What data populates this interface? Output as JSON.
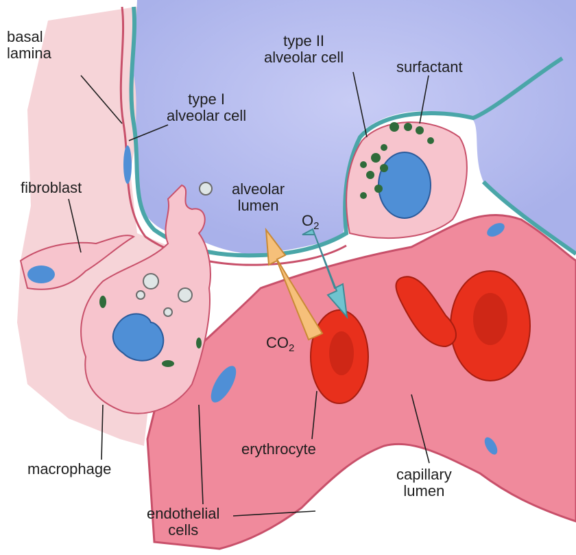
{
  "labels": {
    "basal_lamina": [
      "basal",
      "lamina"
    ],
    "type_i_cell": [
      "type I",
      "alveolar cell"
    ],
    "type_ii_cell": [
      "type II",
      "alveolar cell"
    ],
    "surfactant": "surfactant",
    "fibroblast": "fibroblast",
    "alveolar_lumen": [
      "alveolar",
      "lumen"
    ],
    "o2": {
      "base": "O",
      "sub": "2"
    },
    "co2": {
      "base": "CO",
      "sub": "2"
    },
    "macrophage": "macrophage",
    "erythrocyte": "erythrocyte",
    "capillary_lumen": [
      "capillary",
      "lumen"
    ],
    "endothelial_cells": [
      "endothelial",
      "cells"
    ]
  },
  "colors": {
    "alveolar_lumen": "#b9bff0",
    "epithelium": "#4aa6a8",
    "tissue": "#f6c9cf",
    "capillary": "#f08a9c",
    "erythrocyte": "#e8301c",
    "nucleus": "#4f8fd6",
    "o2_arrow": "#6fc3cf",
    "co2_arrow": "#f6c07a"
  },
  "icons": {
    "o2_arrow": "arrow-down-right",
    "co2_arrow": "arrow-up-left"
  }
}
